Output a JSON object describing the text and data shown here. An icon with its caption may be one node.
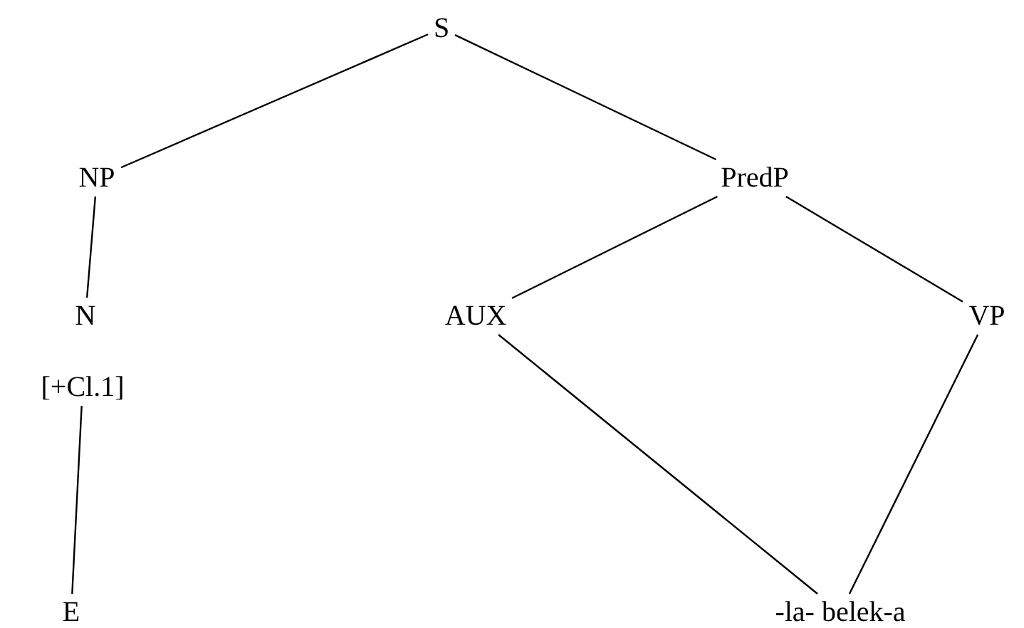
{
  "diagram": {
    "nodes": [
      {
        "text": [
          "S"
        ]
      },
      {
        "text": [
          "NP"
        ]
      },
      {
        "text": [
          "PredP"
        ]
      },
      {
        "text": [
          "N"
        ]
      },
      {
        "text": [
          "[+Cl.1]"
        ]
      },
      {
        "text": [
          "AUX"
        ]
      },
      {
        "text": [
          "VP"
        ]
      },
      {
        "text": [
          "E"
        ]
      },
      {
        "text": [
          "-la- belek-a"
        ]
      }
    ],
    "edges": [
      {
        "from": 0,
        "to": 1,
        "arrow": "none"
      },
      {
        "from": 0,
        "to": 2,
        "arrow": "none"
      },
      {
        "from": 1,
        "to": 3,
        "arrow": "none"
      },
      {
        "from": 2,
        "to": 5,
        "arrow": "none"
      },
      {
        "from": 2,
        "to": 6,
        "arrow": "none"
      },
      {
        "from": 4,
        "to": 7,
        "arrow": "none"
      },
      {
        "from": 5,
        "to": 8,
        "arrow": "none"
      },
      {
        "from": 6,
        "to": 8,
        "arrow": "none"
      }
    ]
  }
}
